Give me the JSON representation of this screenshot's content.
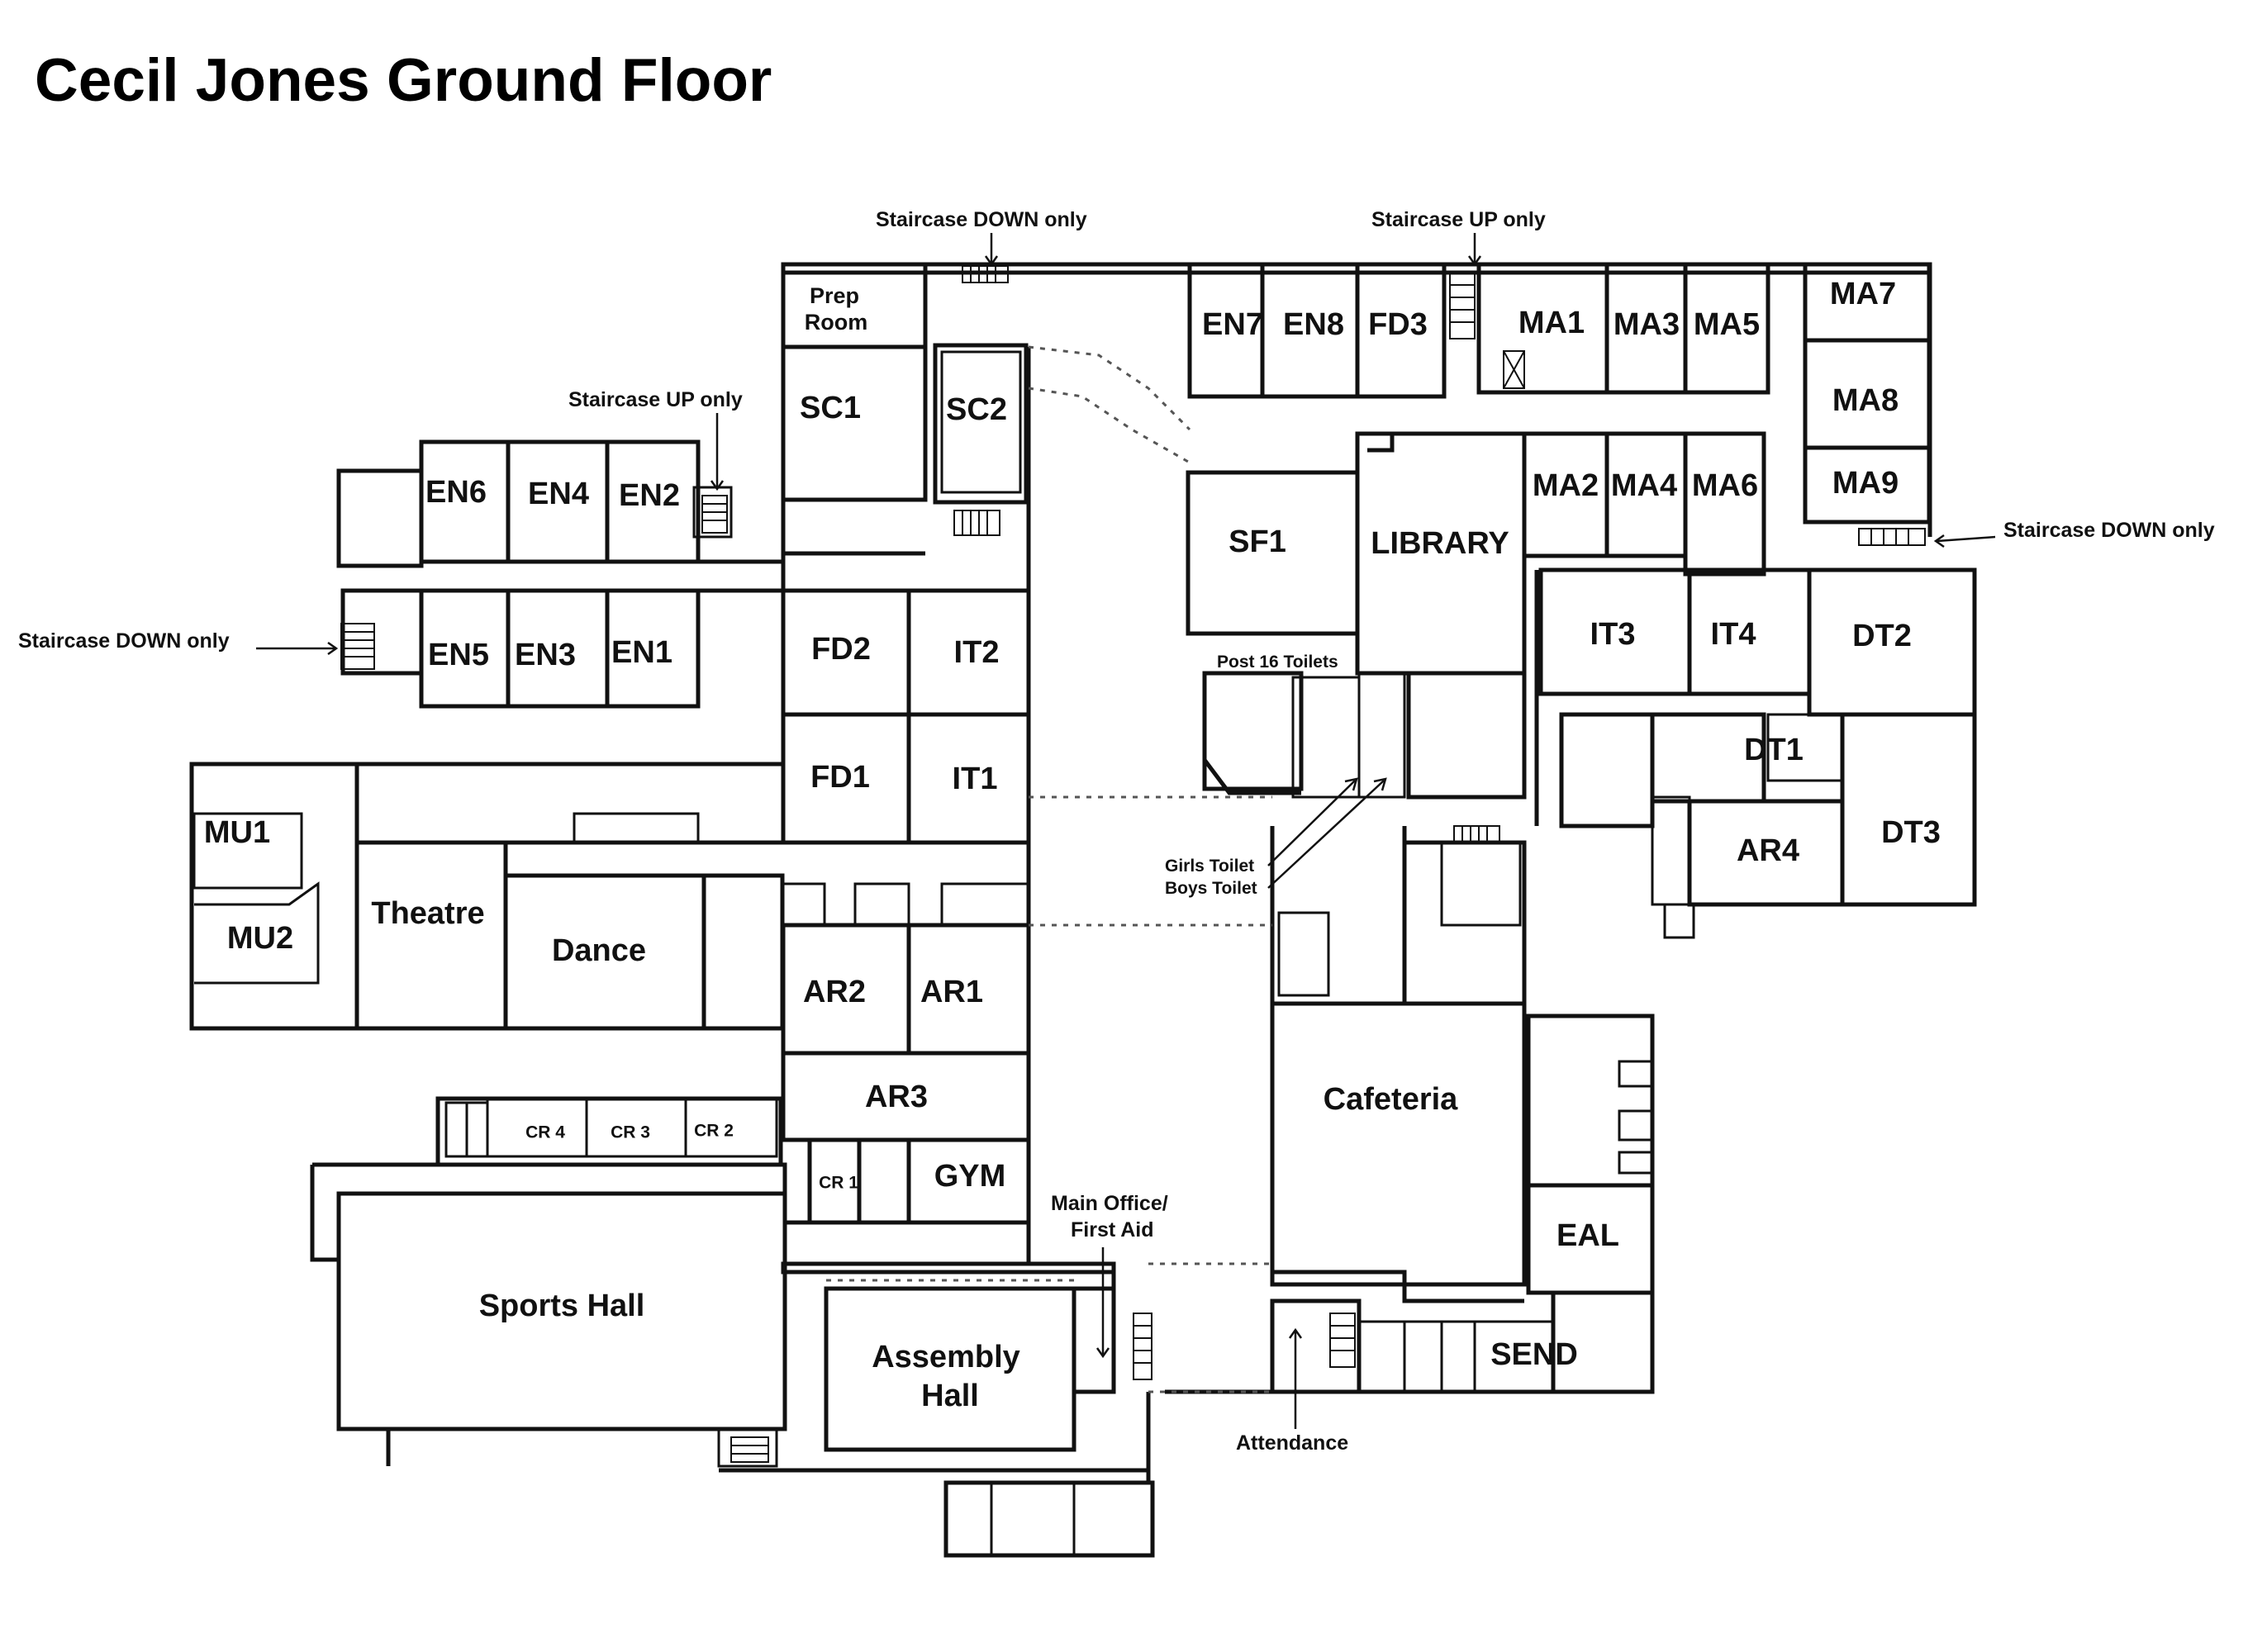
{
  "title": "Cecil Jones Ground Floor",
  "rooms": {
    "prep_room_1": "Prep",
    "prep_room_2": "Room",
    "sc1": "SC1",
    "sc2": "SC2",
    "en1": "EN1",
    "en2": "EN2",
    "en3": "EN3",
    "en4": "EN4",
    "en5": "EN5",
    "en6": "EN6",
    "en7": "EN7",
    "en8": "EN8",
    "fd1": "FD1",
    "fd2": "FD2",
    "fd3": "FD3",
    "it1": "IT1",
    "it2": "IT2",
    "it3": "IT3",
    "it4": "IT4",
    "ma1": "MA1",
    "ma2": "MA2",
    "ma3": "MA3",
    "ma4": "MA4",
    "ma5": "MA5",
    "ma6": "MA6",
    "ma7": "MA7",
    "ma8": "MA8",
    "ma9": "MA9",
    "sf1": "SF1",
    "library": "LIBRARY",
    "dt1": "DT1",
    "dt2": "DT2",
    "dt3": "DT3",
    "ar1": "AR1",
    "ar2": "AR2",
    "ar3": "AR3",
    "ar4": "AR4",
    "mu1": "MU1",
    "mu2": "MU2",
    "theatre": "Theatre",
    "dance": "Dance",
    "cr1": "CR 1",
    "cr2": "CR 2",
    "cr3": "CR 3",
    "cr4": "CR 4",
    "gym": "GYM",
    "sports_hall": "Sports Hall",
    "assembly_hall_1": "Assembly",
    "assembly_hall_2": "Hall",
    "cafeteria": "Cafeteria",
    "eal": "EAL",
    "send": "SEND"
  },
  "notes": {
    "stair_down_top": "Staircase DOWN only",
    "stair_up_top": "Staircase UP only",
    "stair_up_en": "Staircase UP only",
    "stair_down_left": "Staircase DOWN only",
    "stair_down_right": "Staircase DOWN only",
    "post16_toilets": "Post 16 Toilets",
    "girls_toilet": "Girls Toilet",
    "boys_toilet": "Boys Toilet",
    "main_office_1": "Main Office/",
    "main_office_2": "First Aid",
    "attendance": "Attendance"
  }
}
